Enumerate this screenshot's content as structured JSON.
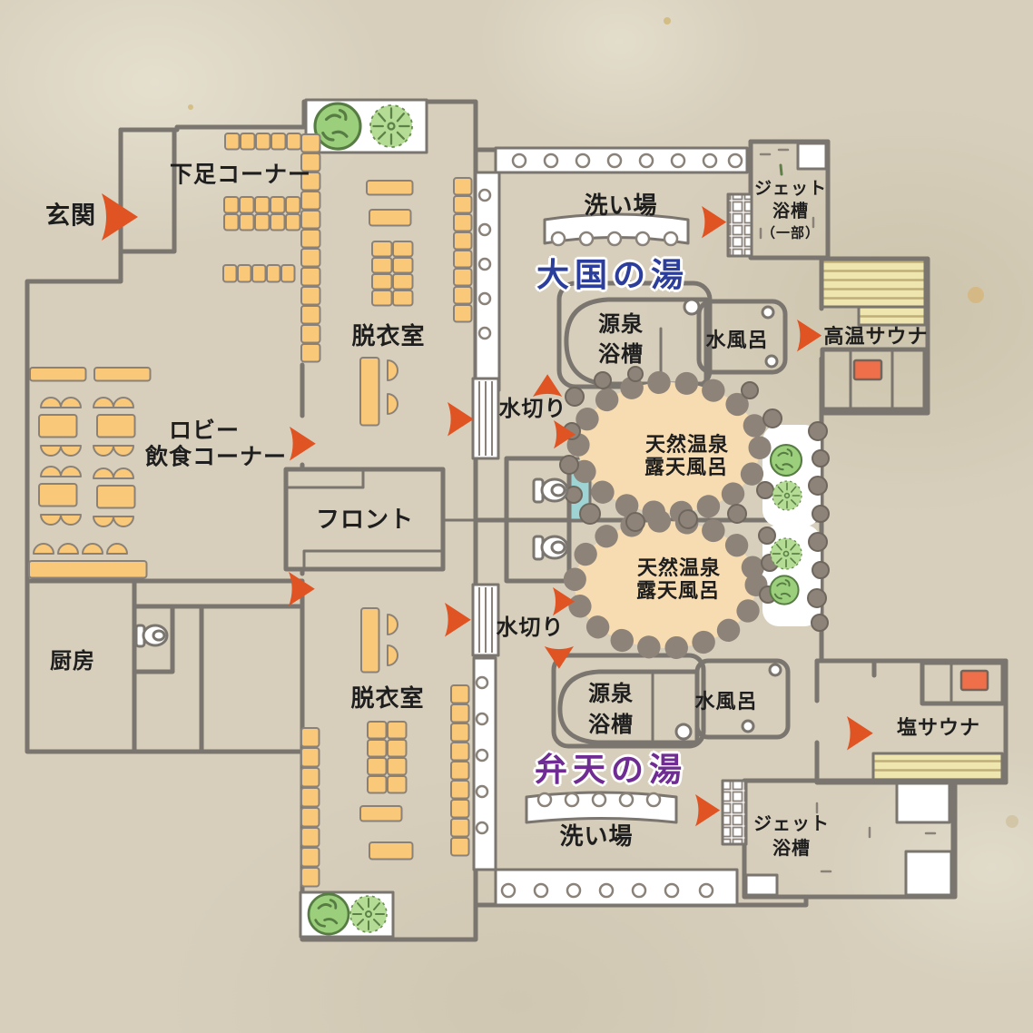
{
  "facility": {
    "entrance": {
      "label": "玄関"
    },
    "shoe_corner": {
      "label": "下足コーナー"
    },
    "lobby": {
      "label_line1": "ロビー",
      "label_line2": "飲食コーナー"
    },
    "front_desk": {
      "label": "フロント"
    },
    "kitchen": {
      "label": "厨房"
    },
    "changing_room_top": {
      "label": "脱衣室"
    },
    "changing_room_bottom": {
      "label": "脱衣室"
    },
    "daikoku_no_yu": {
      "title": "大国の湯",
      "washing_area": "洗い場",
      "jet_bath_line1": "ジェット",
      "jet_bath_line2": "浴槽",
      "jet_bath_note": "（一部）",
      "source_spring_line1": "源泉",
      "source_spring_line2": "浴槽",
      "cold_bath": "水風呂",
      "high_temp_sauna": "高温サウナ",
      "water_drain": "水切り",
      "open_air_line1": "天然温泉",
      "open_air_line2": "露天風呂"
    },
    "benten_no_yu": {
      "title": "弁天の湯",
      "washing_area": "洗い場",
      "jet_bath_line1": "ジェット",
      "jet_bath_line2": "浴槽",
      "source_spring_line1": "源泉",
      "source_spring_line2": "浴槽",
      "cold_bath": "水風呂",
      "salt_sauna": "塩サウナ",
      "water_drain": "水切り",
      "open_air_line1": "天然温泉",
      "open_air_line2": "露天風呂"
    },
    "colors": {
      "lobby_floor": "#e8dfc0",
      "daikoku_floor": "#bed8c5",
      "benten_floor": "#c5cde2",
      "bath_water": "#cfe9f7",
      "spring_water": "#f7dcb2",
      "furniture": "#f9c878",
      "arrow": "#df5422",
      "wall": "#7a756e",
      "title_daikoku": "#2b3e9c",
      "title_benten": "#6f2d93"
    }
  }
}
